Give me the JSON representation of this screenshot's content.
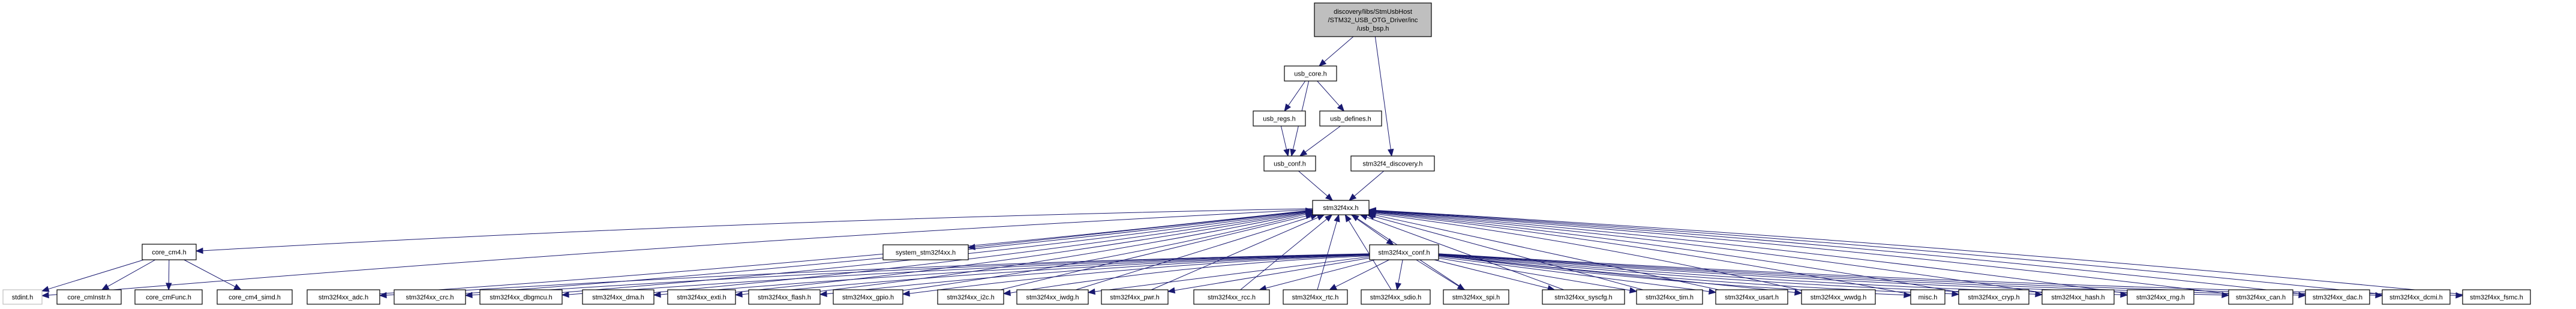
{
  "graph": {
    "type": "include-dependency-graph",
    "edge_color": "#191970",
    "root_fill": "#bfbfbf",
    "external_border": "#bfbfbf",
    "nodes": [
      {
        "id": "root",
        "label_lines": [
          "discovery/libs/StmUsbHost",
          "/STM32_USB_OTG_Driver/inc",
          "/usb_bsp.h"
        ],
        "kind": "root"
      },
      {
        "id": "usb_core",
        "label_lines": [
          "usb_core.h"
        ],
        "kind": "normal"
      },
      {
        "id": "usb_regs",
        "label_lines": [
          "usb_regs.h"
        ],
        "kind": "normal"
      },
      {
        "id": "usb_defines",
        "label_lines": [
          "usb_defines.h"
        ],
        "kind": "normal"
      },
      {
        "id": "usb_conf",
        "label_lines": [
          "usb_conf.h"
        ],
        "kind": "normal"
      },
      {
        "id": "discovery",
        "label_lines": [
          "stm32f4_discovery.h"
        ],
        "kind": "normal"
      },
      {
        "id": "stm32f4xx",
        "label_lines": [
          "stm32f4xx.h"
        ],
        "kind": "normal"
      },
      {
        "id": "core_cm4",
        "label_lines": [
          "core_cm4.h"
        ],
        "kind": "normal"
      },
      {
        "id": "system",
        "label_lines": [
          "system_stm32f4xx.h"
        ],
        "kind": "normal"
      },
      {
        "id": "conf",
        "label_lines": [
          "stm32f4xx_conf.h"
        ],
        "kind": "normal"
      },
      {
        "id": "stdint",
        "label_lines": [
          "stdint.h"
        ],
        "kind": "external"
      },
      {
        "id": "cmInstr",
        "label_lines": [
          "core_cmInstr.h"
        ],
        "kind": "normal"
      },
      {
        "id": "cmFunc",
        "label_lines": [
          "core_cmFunc.h"
        ],
        "kind": "normal"
      },
      {
        "id": "simd",
        "label_lines": [
          "core_cm4_simd.h"
        ],
        "kind": "normal"
      },
      {
        "id": "adc",
        "label_lines": [
          "stm32f4xx_adc.h"
        ],
        "kind": "normal"
      },
      {
        "id": "crc",
        "label_lines": [
          "stm32f4xx_crc.h"
        ],
        "kind": "normal"
      },
      {
        "id": "dbgmcu",
        "label_lines": [
          "stm32f4xx_dbgmcu.h"
        ],
        "kind": "normal"
      },
      {
        "id": "dma",
        "label_lines": [
          "stm32f4xx_dma.h"
        ],
        "kind": "normal"
      },
      {
        "id": "exti",
        "label_lines": [
          "stm32f4xx_exti.h"
        ],
        "kind": "normal"
      },
      {
        "id": "flash",
        "label_lines": [
          "stm32f4xx_flash.h"
        ],
        "kind": "normal"
      },
      {
        "id": "gpio",
        "label_lines": [
          "stm32f4xx_gpio.h"
        ],
        "kind": "normal"
      },
      {
        "id": "i2c",
        "label_lines": [
          "stm32f4xx_i2c.h"
        ],
        "kind": "normal"
      },
      {
        "id": "iwdg",
        "label_lines": [
          "stm32f4xx_iwdg.h"
        ],
        "kind": "normal"
      },
      {
        "id": "pwr",
        "label_lines": [
          "stm32f4xx_pwr.h"
        ],
        "kind": "normal"
      },
      {
        "id": "rcc",
        "label_lines": [
          "stm32f4xx_rcc.h"
        ],
        "kind": "normal"
      },
      {
        "id": "rtc",
        "label_lines": [
          "stm32f4xx_rtc.h"
        ],
        "kind": "normal"
      },
      {
        "id": "sdio",
        "label_lines": [
          "stm32f4xx_sdio.h"
        ],
        "kind": "normal"
      },
      {
        "id": "spi",
        "label_lines": [
          "stm32f4xx_spi.h"
        ],
        "kind": "normal"
      },
      {
        "id": "syscfg",
        "label_lines": [
          "stm32f4xx_syscfg.h"
        ],
        "kind": "normal"
      },
      {
        "id": "tim",
        "label_lines": [
          "stm32f4xx_tim.h"
        ],
        "kind": "normal"
      },
      {
        "id": "usart",
        "label_lines": [
          "stm32f4xx_usart.h"
        ],
        "kind": "normal"
      },
      {
        "id": "wwdg",
        "label_lines": [
          "stm32f4xx_wwdg.h"
        ],
        "kind": "normal"
      },
      {
        "id": "misc",
        "label_lines": [
          "misc.h"
        ],
        "kind": "normal"
      },
      {
        "id": "cryp",
        "label_lines": [
          "stm32f4xx_cryp.h"
        ],
        "kind": "normal"
      },
      {
        "id": "hash",
        "label_lines": [
          "stm32f4xx_hash.h"
        ],
        "kind": "normal"
      },
      {
        "id": "rng",
        "label_lines": [
          "stm32f4xx_rng.h"
        ],
        "kind": "normal"
      },
      {
        "id": "can",
        "label_lines": [
          "stm32f4xx_can.h"
        ],
        "kind": "normal"
      },
      {
        "id": "dac",
        "label_lines": [
          "stm32f4xx_dac.h"
        ],
        "kind": "normal"
      },
      {
        "id": "dcmi",
        "label_lines": [
          "stm32f4xx_dcmi.h"
        ],
        "kind": "normal"
      },
      {
        "id": "fsmc",
        "label_lines": [
          "stm32f4xx_fsmc.h"
        ],
        "kind": "normal"
      }
    ],
    "edges": [
      [
        "root",
        "usb_core"
      ],
      [
        "root",
        "discovery"
      ],
      [
        "usb_core",
        "usb_regs"
      ],
      [
        "usb_core",
        "usb_defines"
      ],
      [
        "usb_core",
        "usb_conf"
      ],
      [
        "usb_regs",
        "usb_conf"
      ],
      [
        "usb_defines",
        "usb_conf"
      ],
      [
        "usb_conf",
        "stm32f4xx"
      ],
      [
        "discovery",
        "stm32f4xx"
      ],
      [
        "stm32f4xx",
        "core_cm4"
      ],
      [
        "stm32f4xx",
        "system"
      ],
      [
        "stm32f4xx",
        "conf"
      ],
      [
        "stm32f4xx",
        "stdint"
      ],
      [
        "core_cm4",
        "stdint"
      ],
      [
        "core_cm4",
        "cmInstr"
      ],
      [
        "core_cm4",
        "cmFunc"
      ],
      [
        "core_cm4",
        "simd"
      ],
      [
        "conf",
        "adc"
      ],
      [
        "conf",
        "crc"
      ],
      [
        "conf",
        "dbgmcu"
      ],
      [
        "conf",
        "dma"
      ],
      [
        "conf",
        "exti"
      ],
      [
        "conf",
        "flash"
      ],
      [
        "conf",
        "gpio"
      ],
      [
        "conf",
        "i2c"
      ],
      [
        "conf",
        "iwdg"
      ],
      [
        "conf",
        "pwr"
      ],
      [
        "conf",
        "rcc"
      ],
      [
        "conf",
        "rtc"
      ],
      [
        "conf",
        "sdio"
      ],
      [
        "conf",
        "spi"
      ],
      [
        "conf",
        "syscfg"
      ],
      [
        "conf",
        "tim"
      ],
      [
        "conf",
        "usart"
      ],
      [
        "conf",
        "wwdg"
      ],
      [
        "conf",
        "misc"
      ],
      [
        "conf",
        "cryp"
      ],
      [
        "conf",
        "hash"
      ],
      [
        "conf",
        "rng"
      ],
      [
        "conf",
        "can"
      ],
      [
        "conf",
        "dac"
      ],
      [
        "conf",
        "dcmi"
      ],
      [
        "conf",
        "fsmc"
      ],
      [
        "adc",
        "stm32f4xx"
      ],
      [
        "crc",
        "stm32f4xx"
      ],
      [
        "dbgmcu",
        "stm32f4xx"
      ],
      [
        "dma",
        "stm32f4xx"
      ],
      [
        "exti",
        "stm32f4xx"
      ],
      [
        "flash",
        "stm32f4xx"
      ],
      [
        "gpio",
        "stm32f4xx"
      ],
      [
        "i2c",
        "stm32f4xx"
      ],
      [
        "iwdg",
        "stm32f4xx"
      ],
      [
        "pwr",
        "stm32f4xx"
      ],
      [
        "rcc",
        "stm32f4xx"
      ],
      [
        "rtc",
        "stm32f4xx"
      ],
      [
        "sdio",
        "stm32f4xx"
      ],
      [
        "spi",
        "stm32f4xx"
      ],
      [
        "syscfg",
        "stm32f4xx"
      ],
      [
        "tim",
        "stm32f4xx"
      ],
      [
        "usart",
        "stm32f4xx"
      ],
      [
        "wwdg",
        "stm32f4xx"
      ],
      [
        "misc",
        "stm32f4xx"
      ],
      [
        "cryp",
        "stm32f4xx"
      ],
      [
        "hash",
        "stm32f4xx"
      ],
      [
        "rng",
        "stm32f4xx"
      ],
      [
        "can",
        "stm32f4xx"
      ],
      [
        "dac",
        "stm32f4xx"
      ],
      [
        "dcmi",
        "stm32f4xx"
      ],
      [
        "fsmc",
        "stm32f4xx"
      ]
    ]
  }
}
